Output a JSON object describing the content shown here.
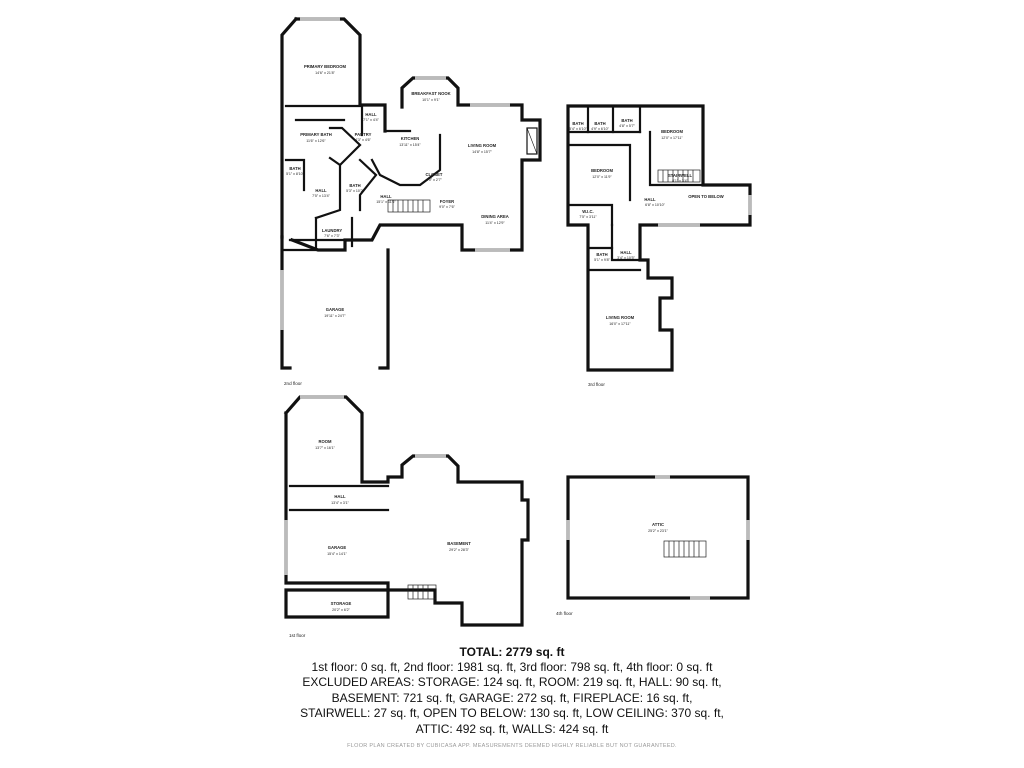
{
  "floors": {
    "second": {
      "label": "2nd floor",
      "rooms": [
        {
          "name": "PRIMARY BEDROOM",
          "dims": "14'6\" x 21'8\""
        },
        {
          "name": "BREAKFAST NOOK",
          "dims": "10'1\" x 9'1\""
        },
        {
          "name": "HALL",
          "dims": "7'1\" x 4'4\""
        },
        {
          "name": "PRIMARY BATH",
          "dims": "11'6\" x 12'6\""
        },
        {
          "name": "PANTRY",
          "dims": "4'3\" x 4'6\""
        },
        {
          "name": "KITCHEN",
          "dims": "13'11\" x 15'4\""
        },
        {
          "name": "LIVING ROOM",
          "dims": "14'8\" x 15'7\""
        },
        {
          "name": "BATH",
          "dims": "5'1\" x 8'10\""
        },
        {
          "name": "HALL",
          "dims": "7'5\" x 13'4\""
        },
        {
          "name": "BATH",
          "dims": "5'3\" x 10'2\""
        },
        {
          "name": "CLOSET",
          "dims": "4'0\" x 2'7\""
        },
        {
          "name": "HALL",
          "dims": "15'1\" x 11'6\""
        },
        {
          "name": "FOYER",
          "dims": "9'0\" x 7'6\""
        },
        {
          "name": "DINING AREA",
          "dims": "11'4\" x 12'9\""
        },
        {
          "name": "LAUNDRY",
          "dims": "7'6\" x 7'3\""
        },
        {
          "name": "GARAGE",
          "dims": "19'11\" x 24'7\""
        }
      ]
    },
    "third": {
      "label": "3rd floor",
      "rooms": [
        {
          "name": "BATH",
          "dims": "5'4\" x 6'10\""
        },
        {
          "name": "BATH",
          "dims": "4'9\" x 6'10\""
        },
        {
          "name": "BATH",
          "dims": "4'8\" x 5'7\""
        },
        {
          "name": "BEDROOM",
          "dims": "12'0\" x 17'11\""
        },
        {
          "name": "BEDROOM",
          "dims": "12'0\" x 11'9\""
        },
        {
          "name": "STAIRWELL",
          "dims": "8'1\" x 3'4\""
        },
        {
          "name": "HALL",
          "dims": "6'8\" x 10'10\""
        },
        {
          "name": "OPEN TO BELOW",
          "dims": ""
        },
        {
          "name": "W.I.C.",
          "dims": "7'5\" x 3'11\""
        },
        {
          "name": "BATH",
          "dims": "5'1\" x 9'8\""
        },
        {
          "name": "HALL",
          "dims": "3'4\" x 10'5\""
        },
        {
          "name": "LIVING ROOM",
          "dims": "16'0\" x 17'11\""
        }
      ]
    },
    "first": {
      "label": "1st floor",
      "rooms": [
        {
          "name": "ROOM",
          "dims": "13'7\" x 16'1\""
        },
        {
          "name": "HALL",
          "dims": "13'4\" x 3'1\""
        },
        {
          "name": "GARAGE",
          "dims": "15'4\" x 14'1\""
        },
        {
          "name": "BASEMENT",
          "dims": "29'2\" x 28'3\""
        },
        {
          "name": "STORAGE",
          "dims": "20'2\" x 6'2\""
        }
      ]
    },
    "fourth": {
      "label": "4th floor",
      "rooms": [
        {
          "name": "ATTIC",
          "dims": "25'2\" x 23'1\""
        }
      ]
    }
  },
  "summary": {
    "total": "TOTAL: 2779 sq. ft",
    "lines": [
      "1st floor: 0 sq. ft, 2nd floor: 1981 sq. ft, 3rd floor: 798 sq. ft, 4th floor: 0 sq. ft",
      "EXCLUDED AREAS: STORAGE: 124 sq. ft, ROOM: 219 sq. ft, HALL: 90 sq. ft,",
      "BASEMENT: 721 sq. ft, GARAGE: 272 sq. ft, FIREPLACE: 16 sq. ft,",
      "STAIRWELL: 27 sq. ft, OPEN TO BELOW: 130 sq. ft, LOW CEILING: 370 sq. ft,",
      "ATTIC: 492 sq. ft, WALLS: 424 sq. ft"
    ],
    "credit": "FLOOR PLAN CREATED BY CUBICASA APP. MEASUREMENTS DEEMED HIGHLY RELIABLE BUT NOT GUARANTEED."
  }
}
